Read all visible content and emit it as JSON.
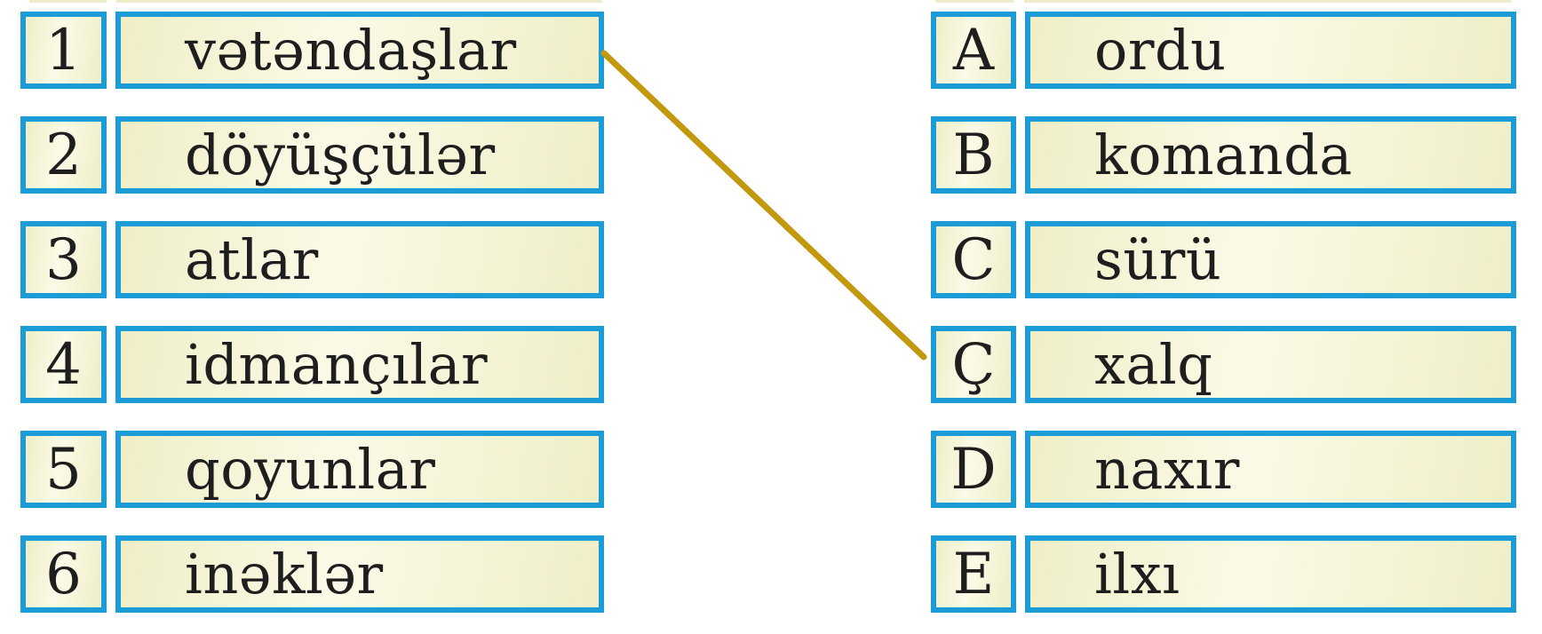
{
  "exercise": {
    "left_column": {
      "items": [
        {
          "id": "1",
          "label": "vətəndaşlar"
        },
        {
          "id": "2",
          "label": "döyüşçülər"
        },
        {
          "id": "3",
          "label": "atlar"
        },
        {
          "id": "4",
          "label": "idmançılar"
        },
        {
          "id": "5",
          "label": "qoyunlar"
        },
        {
          "id": "6",
          "label": "inəklər"
        }
      ]
    },
    "right_column": {
      "items": [
        {
          "id": "A",
          "label": "ordu"
        },
        {
          "id": "B",
          "label": "komanda"
        },
        {
          "id": "C",
          "label": "sürü"
        },
        {
          "id": "Ç",
          "label": "xalq"
        },
        {
          "id": "D",
          "label": "naxır"
        },
        {
          "id": "E",
          "label": "ilxı"
        }
      ]
    },
    "connections": [
      {
        "from": "1",
        "to": "Ç"
      }
    ]
  },
  "colors": {
    "box_border": "#1b9cd7",
    "box_fill_edge": "#efeec7",
    "box_fill_center": "#fbfae7",
    "match_line": "#c2990e",
    "text": "#1e1e1e",
    "remnant": "#eeedca"
  }
}
